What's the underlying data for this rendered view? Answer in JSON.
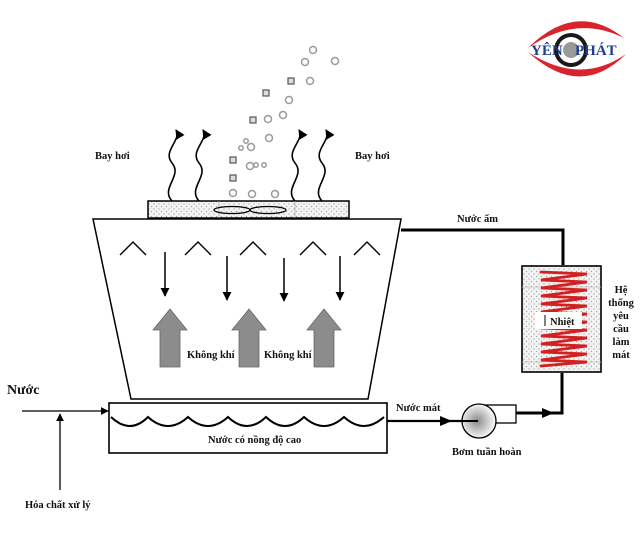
{
  "logo": {
    "text_left": "YÊN",
    "text_right": "PHÁT",
    "colors": {
      "ring": "#d9232d",
      "text": "#1f3d8f",
      "pupil": "#1a1a1a",
      "iris": "#9a9a9a"
    }
  },
  "labels": {
    "evaporation_left": "Bay hơi",
    "evaporation_right": "Bay hơi",
    "warm_water": "Nước ấm",
    "air_1": "Không khí",
    "air_2": "Không khí",
    "water_in": "Nước",
    "cool_water": "Nước mát",
    "basin": "Nước có nồng độ cao",
    "pump": "Bơm tuần hoàn",
    "chemicals": "Hóa chất xử lý",
    "heat": "Nhiệt",
    "cooling_system": [
      "Hệ",
      "thống",
      "yêu",
      "cầu",
      "làm",
      "mát"
    ]
  },
  "colors": {
    "line": "#000000",
    "air_arrow": "#8c8c8c",
    "coil": "#d21f1f",
    "droplet": "#9a9a9a"
  }
}
